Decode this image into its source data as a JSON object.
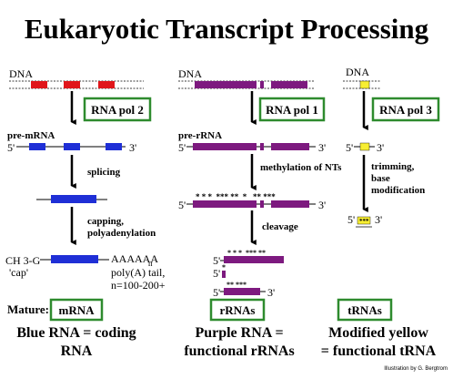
{
  "title": "Eukaryotic Transcript Processing",
  "colors": {
    "mrna_blue": "#1f2fd6",
    "exon_red": "#e0161b",
    "rrna_purple": "#7d1a7f",
    "trna_yellow": "#f7ee32",
    "box_green": "#2e8b2e"
  },
  "columns": {
    "mrna": {
      "dna": "DNA",
      "polymerase": "RNA pol 2",
      "precursor": "pre-mRNA",
      "five": "5'",
      "three": "3'",
      "step1": "splicing",
      "step2a": "capping,",
      "step2b": "polyadenylation",
      "cap_a": "CH 3-G",
      "cap_b": "'cap'",
      "polya": "AAAAAA",
      "polya_sub": "n",
      "polya_note1": "poly(A) tail,",
      "polya_note2": "n=100-200+",
      "mature_label": "Mature:",
      "mature_box": "mRNA",
      "footer1": "Blue RNA = coding",
      "footer2": "RNA"
    },
    "rrna": {
      "dna": "DNA",
      "polymerase": "RNA pol 1",
      "precursor": "pre-rRNA",
      "five": "5'",
      "three": "3'",
      "step1": "methylation of NTs",
      "step2": "cleavage",
      "mature_box": "rRNAs",
      "footer1": "Purple RNA =",
      "footer2": "functional rRNAs"
    },
    "trna": {
      "dna": "DNA",
      "polymerase": "RNA pol 3",
      "five": "5'",
      "three": "3'",
      "step1a": "trimming,",
      "step1b": "base",
      "step1c": "modification",
      "mature_box": "tRNAs",
      "footer1": "Modified yellow",
      "footer2": "= functional tRNA"
    }
  },
  "credit": "Illustration by G. Bergtrom"
}
